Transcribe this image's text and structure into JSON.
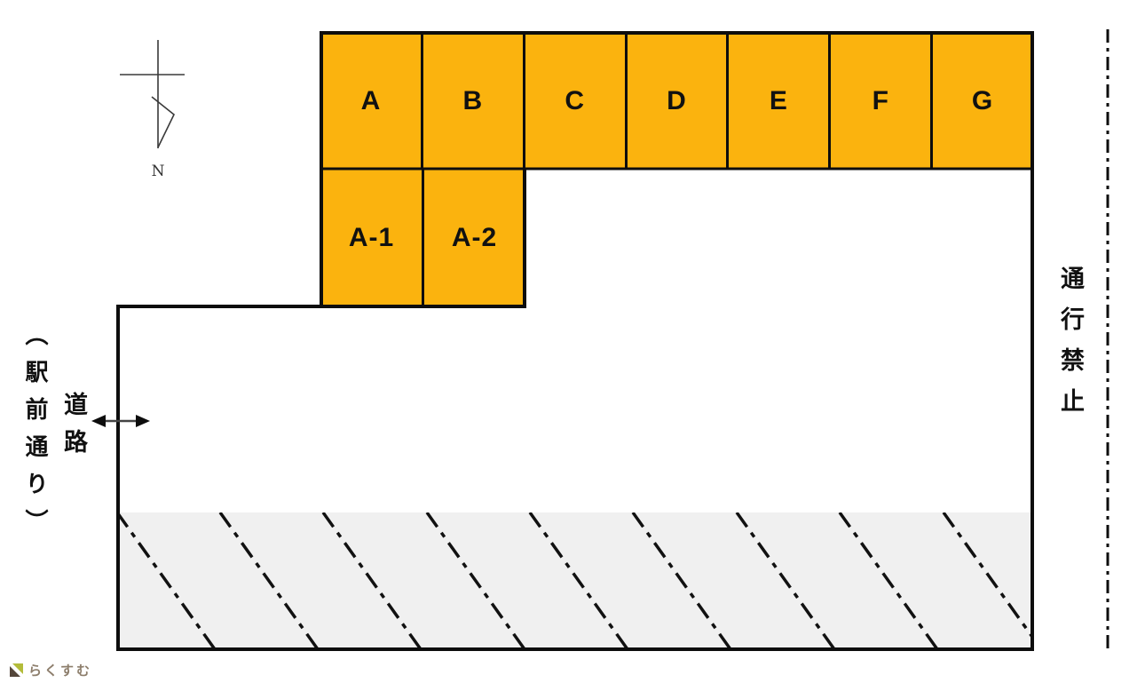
{
  "diagram": {
    "compass": {
      "label": "N"
    },
    "stalls": {
      "top_row": [
        {
          "label": "A"
        },
        {
          "label": "B"
        },
        {
          "label": "C"
        },
        {
          "label": "D"
        },
        {
          "label": "E"
        },
        {
          "label": "F"
        },
        {
          "label": "G"
        }
      ],
      "second_row": [
        {
          "label": "A-1"
        },
        {
          "label": "A-2"
        }
      ]
    },
    "left_annotation": {
      "street_name": "（駅前通り）",
      "road_label": "道路"
    },
    "right_annotation": {
      "no_through_label": "通行禁止"
    }
  },
  "footer": {
    "logo_text": "らくすむ"
  },
  "colors": {
    "stall_fill": "#FBB30E",
    "outline": "#0d0d0d",
    "hatch_background": "#F0F0F0",
    "logo_text_color": "#8D7E6C",
    "logo_icon_green": "#B3BC3A",
    "logo_icon_brown": "#54463A"
  }
}
